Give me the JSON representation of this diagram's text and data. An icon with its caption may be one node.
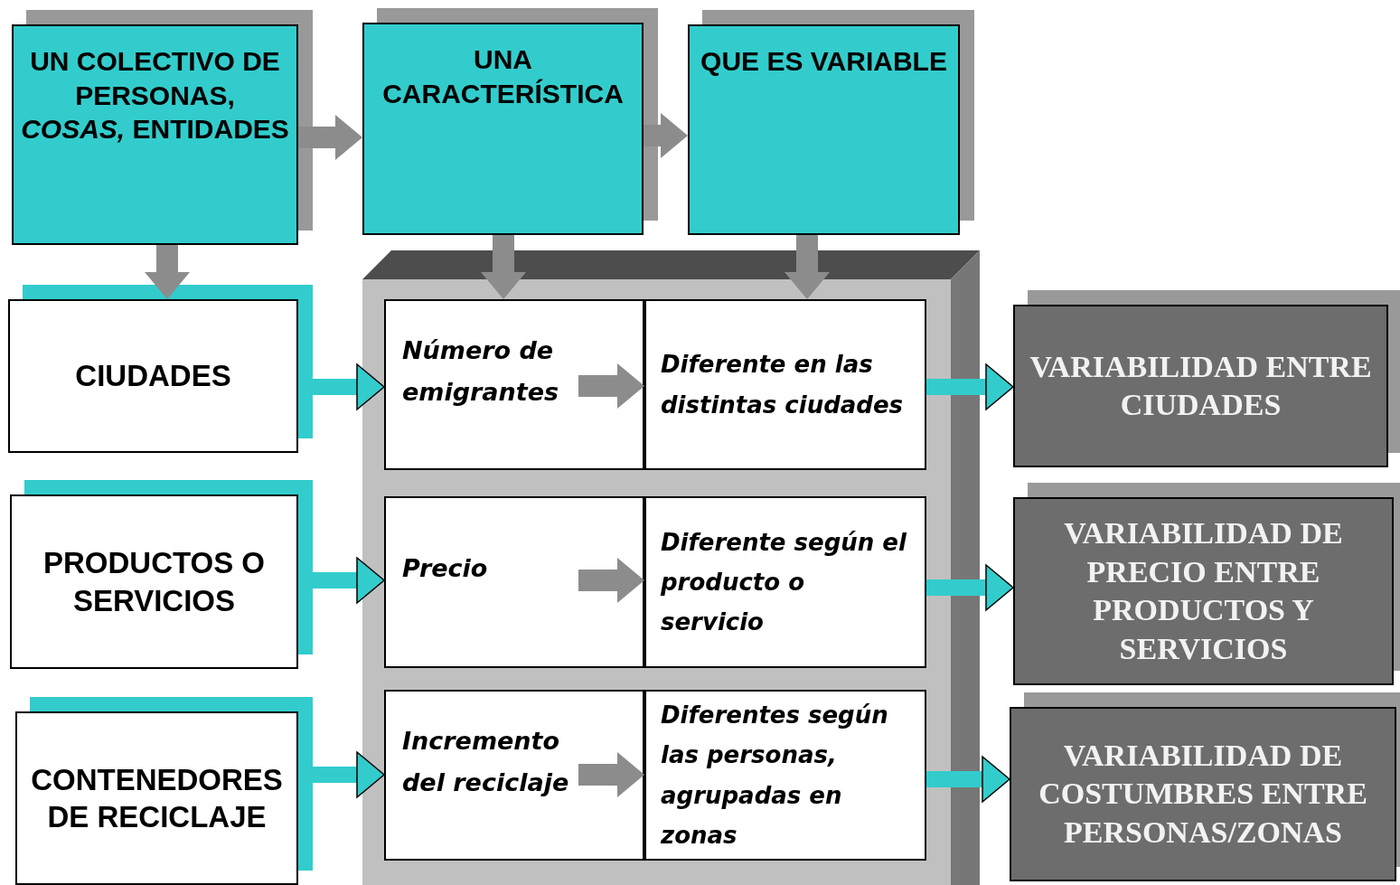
{
  "diagram": {
    "nodes": [
      {
        "text": [
          "UN COLECTIVO DE PERSONAS, *COSAS,* ENTIDADES"
        ]
      },
      {
        "text": [
          "UNA CARACTERÍSTICA"
        ]
      },
      {
        "text": [
          "QUE ES VARIABLE"
        ]
      },
      {
        "text": [
          "CIUDADES"
        ]
      },
      {
        "text": [],
        "shape": "box"
      },
      {
        "text": [
          "Número de emigrantes"
        ],
        "in": 4
      },
      {
        "text": [
          "Diferente en las distintas ciudades"
        ],
        "in": 4
      },
      {
        "text": [
          "VARIABILIDAD ENTRE CIUDADES"
        ]
      },
      {
        "text": [
          "PRODUCTOS O SERVICIOS"
        ]
      },
      {
        "text": [
          "Precio"
        ],
        "in": 4
      },
      {
        "text": [
          "Diferente según el producto o servicio"
        ],
        "in": 4
      },
      {
        "text": [
          "VARIABILIDAD DE PRECIO ENTRE PRODUCTOS Y SERVICIOS"
        ]
      },
      {
        "text": [
          "CONTENEDORES DE RECICLAJE"
        ]
      },
      {
        "text": [
          "Incremento del reciclaje"
        ],
        "in": 4
      },
      {
        "text": [
          "Diferentes según las personas, agrupadas en zonas"
        ],
        "in": 4
      },
      {
        "text": [
          "VARIABILIDAD DE COSTUMBRES ENTRE PERSONAS/ZONAS"
        ]
      }
    ],
    "edges": [
      {
        "from": 0,
        "to": 1,
        "arrow": "to"
      },
      {
        "from": 1,
        "to": 2,
        "arrow": "to"
      },
      {
        "from": 0,
        "to": 3,
        "arrow": "to"
      },
      {
        "from": 1,
        "to": 5,
        "arrow": "to"
      },
      {
        "from": 2,
        "to": 6,
        "arrow": "to"
      },
      {
        "from": 3,
        "to": 5,
        "arrow": "to",
        "color": "#33cccc"
      },
      {
        "from": 8,
        "to": 9,
        "arrow": "to",
        "color": "#33cccc"
      },
      {
        "from": 12,
        "to": 13,
        "arrow": "to",
        "color": "#33cccc"
      },
      {
        "from": 5,
        "to": 6,
        "arrow": "to"
      },
      {
        "from": 9,
        "to": 10,
        "arrow": "to"
      },
      {
        "from": 13,
        "to": 14,
        "arrow": "to"
      },
      {
        "from": 6,
        "to": 7,
        "arrow": "to",
        "color": "#33cccc"
      },
      {
        "from": 10,
        "to": 11,
        "arrow": "to",
        "color": "#33cccc"
      },
      {
        "from": 14,
        "to": 15,
        "arrow": "to",
        "color": "#33cccc"
      }
    ]
  }
}
